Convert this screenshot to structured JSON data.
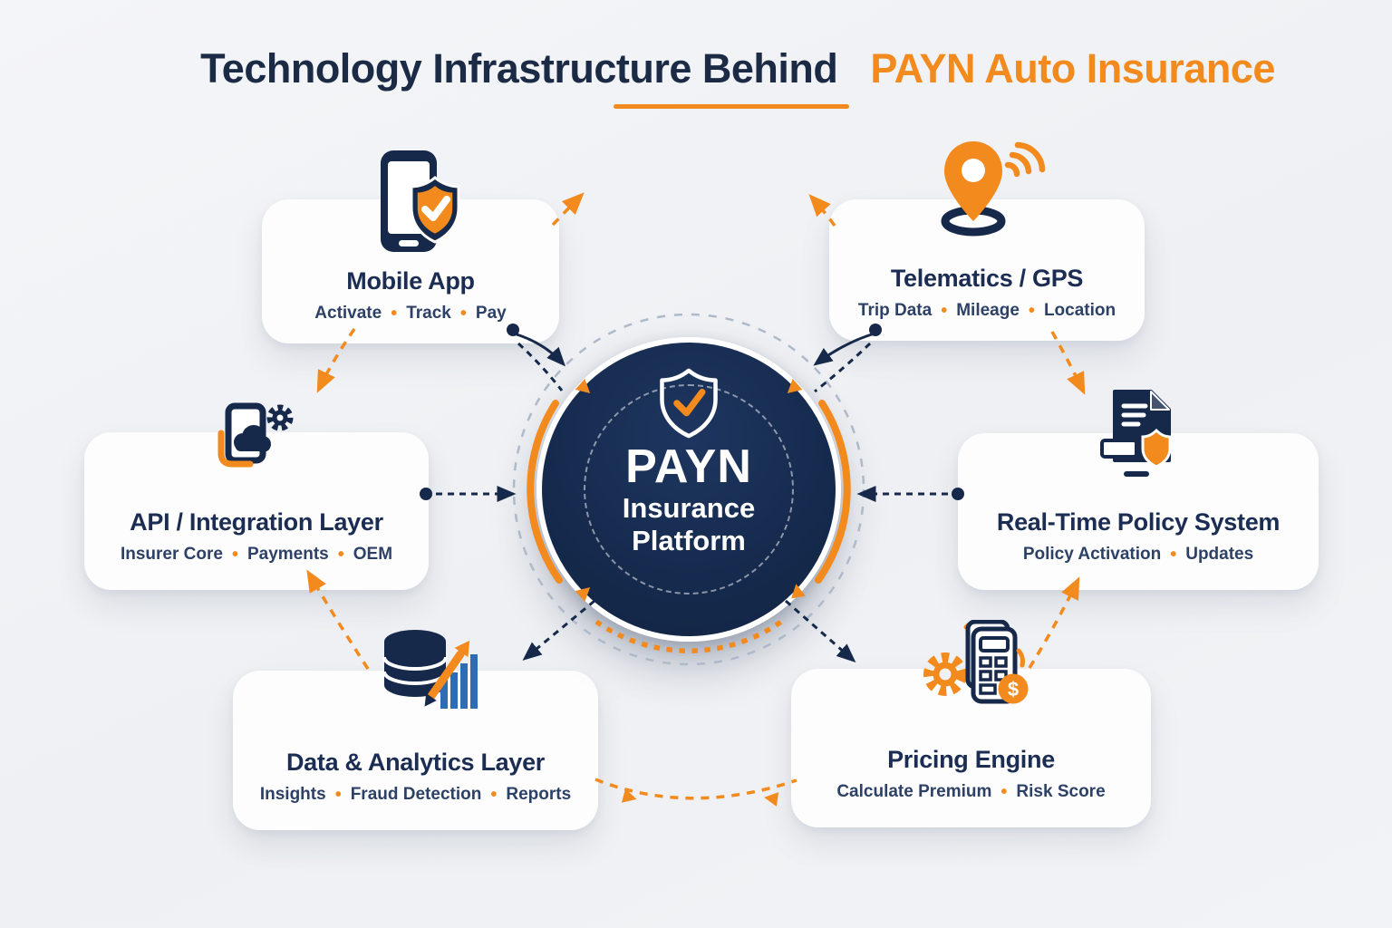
{
  "title": {
    "prefix": "Technology Infrastructure Behind",
    "highlight": "PAYN Auto Insurance"
  },
  "bullet": "•",
  "center": {
    "name_line": "PAYN",
    "line2": "Insurance",
    "line3": "Platform",
    "icon": "shield-check-icon"
  },
  "cards": [
    {
      "id": "mobile-app",
      "title": "Mobile App",
      "items": [
        "Activate",
        "Track",
        "Pay"
      ],
      "icon": "mobile-shield-icon"
    },
    {
      "id": "telematics-gps",
      "title": "Telematics / GPS",
      "items": [
        "Trip Data",
        "Mileage",
        "Location"
      ],
      "icon": "gps-pin-signal-icon"
    },
    {
      "id": "api-integration",
      "title": "API / Integration Layer",
      "items": [
        "Insurer Core",
        "Payments",
        "OEM"
      ],
      "icon": "api-cloud-gear-icon"
    },
    {
      "id": "realtime-policy",
      "title": "Real-Time Policy System",
      "items": [
        "Policy Activation",
        "Updates"
      ],
      "icon": "policy-document-shield-icon"
    },
    {
      "id": "data-analytics",
      "title": "Data & Analytics Layer",
      "items": [
        "Insights",
        "Fraud Detection",
        "Reports"
      ],
      "icon": "database-chart-icon"
    },
    {
      "id": "pricing-engine",
      "title": "Pricing Engine",
      "items": [
        "Calculate Premium",
        "Risk Score"
      ],
      "icon": "calculator-gear-coin-icon"
    }
  ],
  "icons": {
    "currency_symbol": "$"
  },
  "colors": {
    "navy": "#16294a",
    "orange": "#f28a1d",
    "bar_blue": "#2e6cb5",
    "card_bg": "#fdfdfe",
    "page_bg": "#eef0f3",
    "dashed_ring_gray": "#aeb9c9"
  }
}
